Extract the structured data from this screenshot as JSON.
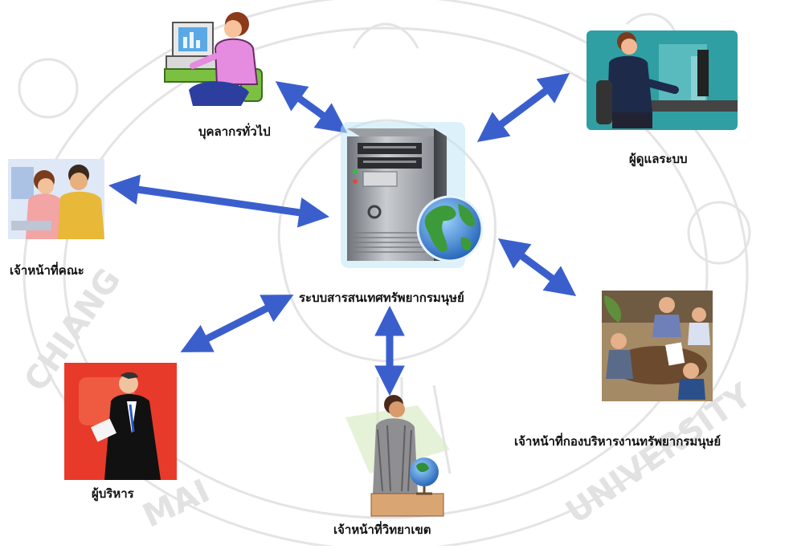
{
  "diagram": {
    "center": {
      "label": "ระบบสารสนเทศทรัพยากรมนุษย์",
      "icon": "server-globe-icon"
    },
    "nodes": [
      {
        "id": "general-staff",
        "label": "บุคลากรทั่วไป",
        "icon": "office-worker-icon"
      },
      {
        "id": "system-admin",
        "label": "ผู้ดูแลระบบ",
        "icon": "admin-at-computer-icon"
      },
      {
        "id": "faculty-staff",
        "label": "เจ้าหน้าที่คณะ",
        "icon": "two-staff-at-computer-icon"
      },
      {
        "id": "hr-division-staff",
        "label": "เจ้าหน้าที่กองบริหารงานทรัพยากรมนุษย์",
        "icon": "meeting-icon"
      },
      {
        "id": "executives",
        "label": "ผู้บริหาร",
        "icon": "executive-reading-icon"
      },
      {
        "id": "campus-staff",
        "label": "เจ้าหน้าที่วิทยาเขต",
        "icon": "teacher-with-globe-icon"
      }
    ],
    "connections": [
      {
        "from": "general-staff",
        "to": "center",
        "style": "bidirectional"
      },
      {
        "from": "system-admin",
        "to": "center",
        "style": "bidirectional"
      },
      {
        "from": "faculty-staff",
        "to": "center",
        "style": "bidirectional"
      },
      {
        "from": "hr-division-staff",
        "to": "center",
        "style": "bidirectional"
      },
      {
        "from": "executives",
        "to": "center",
        "style": "bidirectional"
      },
      {
        "from": "campus-staff",
        "to": "center",
        "style": "bidirectional"
      }
    ],
    "arrow_color": "#3a5fcd",
    "watermark": {
      "text": "CHIANG MAI UNIVERSITY",
      "color": "#d9d9d9"
    }
  }
}
